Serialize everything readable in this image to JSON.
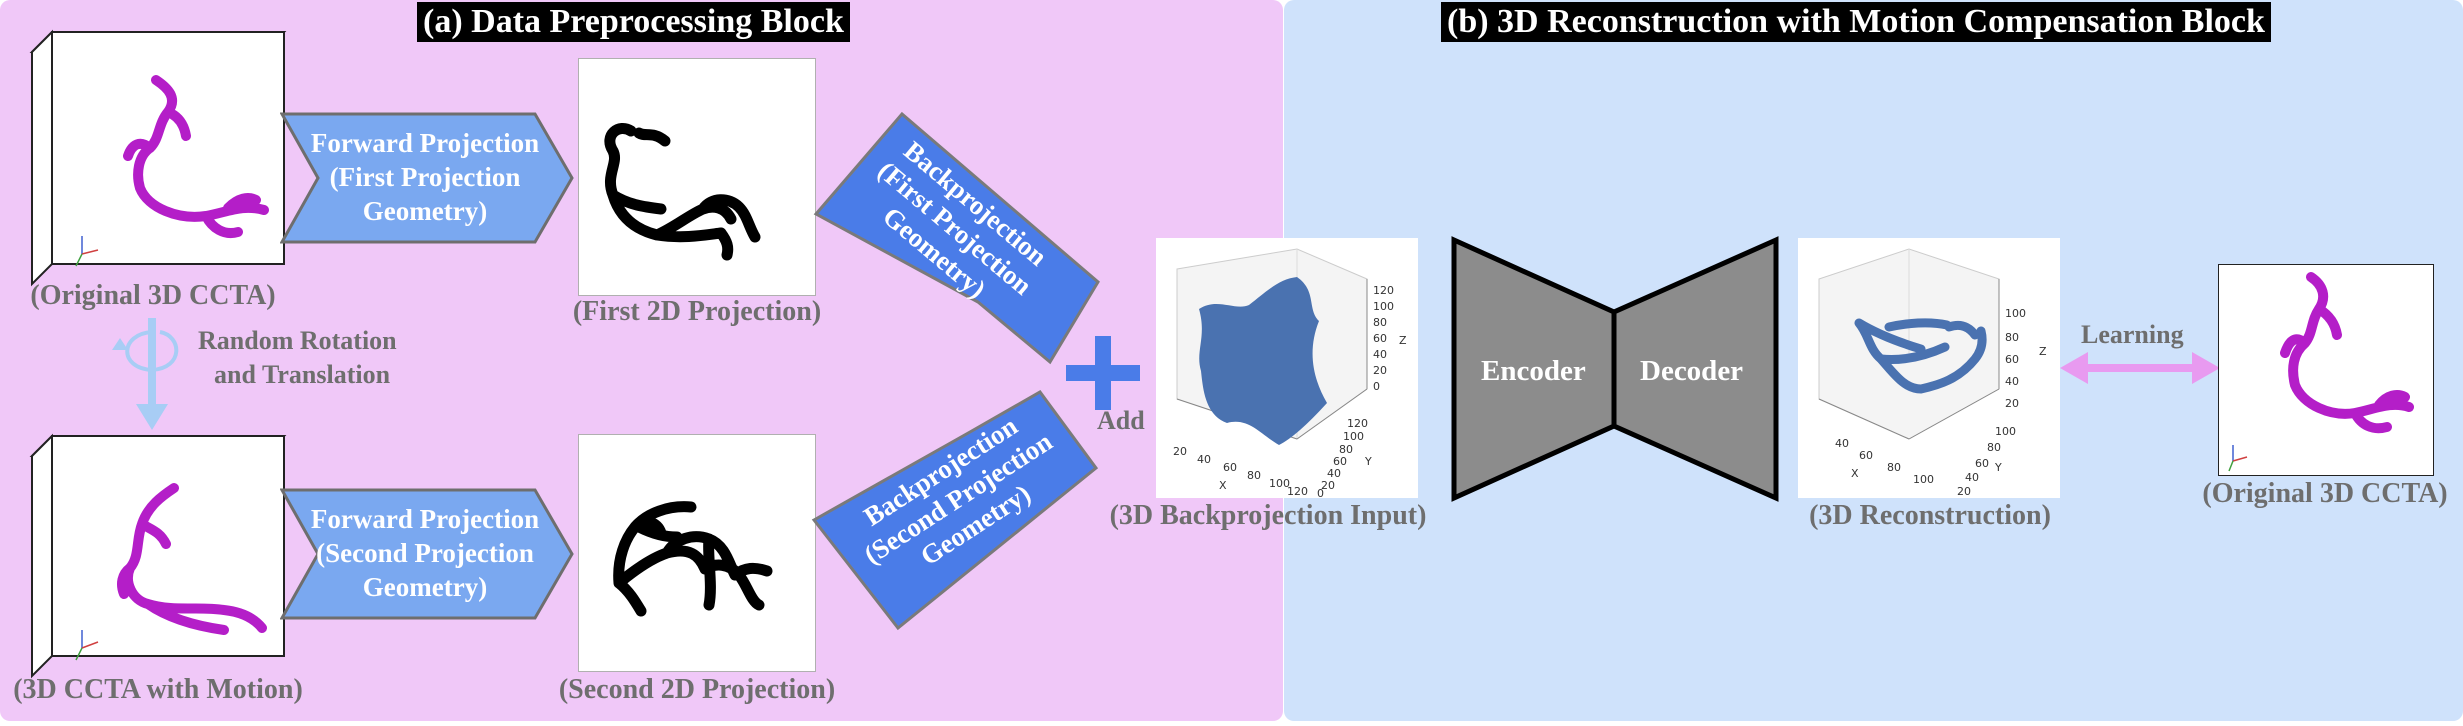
{
  "panels": {
    "a_title": "(a) Data Preprocessing Block",
    "b_title": "(b) 3D Reconstruction with Motion Compensation Block"
  },
  "captions": {
    "original_ccta": "(Original 3D CCTA)",
    "ccta_motion": "(3D CCTA with Motion)",
    "first_2d": "(First 2D Projection)",
    "second_2d": "(Second 2D Projection)",
    "backprojection_input": "(3D Backprojection Input)",
    "reconstruction": "(3D Reconstruction)",
    "original_ccta_right": "(Original 3D CCTA)"
  },
  "motion": {
    "line1": "Random Rotation",
    "line2": "and Translation"
  },
  "forward_first": [
    "Forward Projection",
    "(First Projection",
    "Geometry)"
  ],
  "forward_second": [
    "Forward Projection",
    "(Second Projection",
    "Geometry)"
  ],
  "backproj_first": [
    "Backprojection",
    "(First Projection",
    "Geometry)"
  ],
  "backproj_second": [
    "Backprojection",
    "(Second Projection",
    "Geometry)"
  ],
  "add_label": "Add",
  "encoder": "Encoder",
  "decoder": "Decoder",
  "learning": "Learning",
  "plot_ticks": {
    "backproj_z": [
      "120",
      "100",
      "80",
      "60",
      "40",
      "20",
      "0"
    ],
    "backproj_y": [
      "120",
      "100",
      "80",
      "60",
      "40",
      "20",
      "0"
    ],
    "backproj_x": [
      "20",
      "40",
      "60",
      "80",
      "100",
      "120"
    ],
    "recon_z": [
      "100",
      "80",
      "60",
      "40",
      "20"
    ],
    "recon_y": [
      "100",
      "80",
      "60",
      "40",
      "20"
    ],
    "recon_x": [
      "40",
      "60",
      "80",
      "100"
    ],
    "axis_x": "X",
    "axis_y": "Y",
    "axis_z": "Z"
  },
  "colors": {
    "panel_a": "#f0c8f8",
    "panel_b": "#cfe2fb",
    "vessel": "#b41ec8",
    "forward_arrow": "#7aa8f0",
    "backproj_arrow": "#4a7ce8",
    "add_plus": "#4a7ce8",
    "block": "#8c8c8c",
    "learning_arrow": "#e89af0",
    "plot_blue": "#4a72b0"
  }
}
